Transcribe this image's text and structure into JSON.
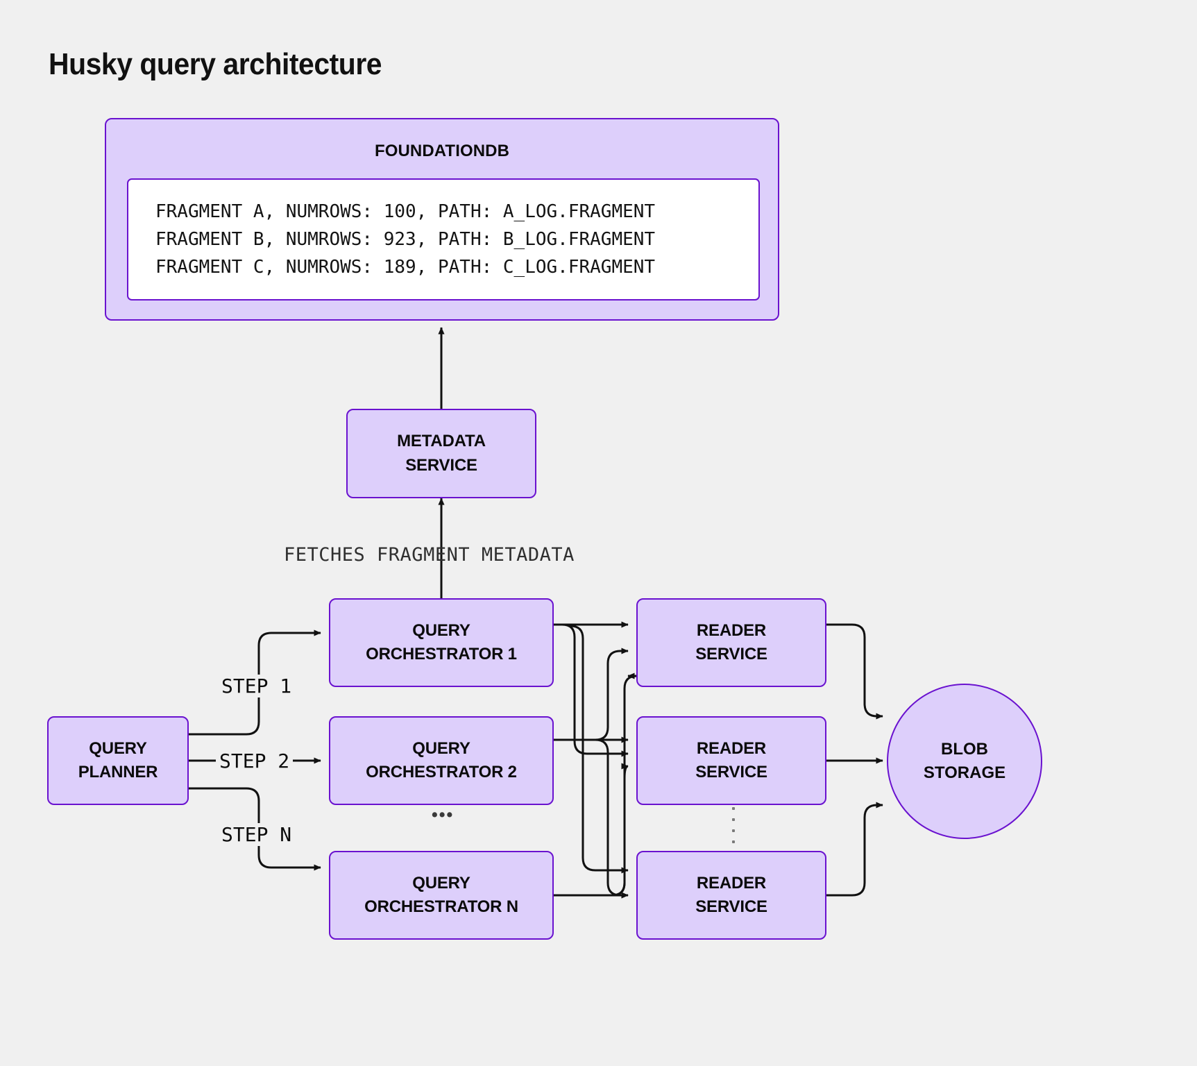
{
  "title": "Husky query architecture",
  "theme": {
    "background": "#f0f0f0",
    "node_fill": "#ddcffb",
    "node_border": "#6a12cf",
    "text": "#0b0b0b",
    "edge": "#111111",
    "edge_label": "#2f2f2f",
    "panel_inner_fill": "#ffffff"
  },
  "foundationdb": {
    "title": "FOUNDATIONDB",
    "rows": [
      "FRAGMENT A, NUMROWS: 100, PATH: A_LOG.FRAGMENT",
      "FRAGMENT B, NUMROWS: 923, PATH: B_LOG.FRAGMENT",
      "FRAGMENT C, NUMROWS: 189, PATH: C_LOG.FRAGMENT"
    ]
  },
  "metadata_service": {
    "line1": "METADATA",
    "line2": "SERVICE"
  },
  "query_planner": {
    "line1": "QUERY",
    "line2": "PLANNER"
  },
  "orchestrators": [
    {
      "line1": "QUERY",
      "line2": "ORCHESTRATOR 1"
    },
    {
      "line1": "QUERY",
      "line2": "ORCHESTRATOR 2"
    },
    {
      "line1": "QUERY",
      "line2": "ORCHESTRATOR N"
    }
  ],
  "readers": [
    {
      "line1": "READER",
      "line2": "SERVICE"
    },
    {
      "line1": "READER",
      "line2": "SERVICE"
    },
    {
      "line1": "READER",
      "line2": "SERVICE"
    }
  ],
  "blob_storage": {
    "line1": "BLOB",
    "line2": "STORAGE"
  },
  "edge_labels": {
    "fetches": "FETCHES FRAGMENT METADATA",
    "step1": "STEP 1",
    "step2": "STEP 2",
    "stepn": "STEP N"
  },
  "ellipsis": {
    "orchestrators": "•••"
  }
}
